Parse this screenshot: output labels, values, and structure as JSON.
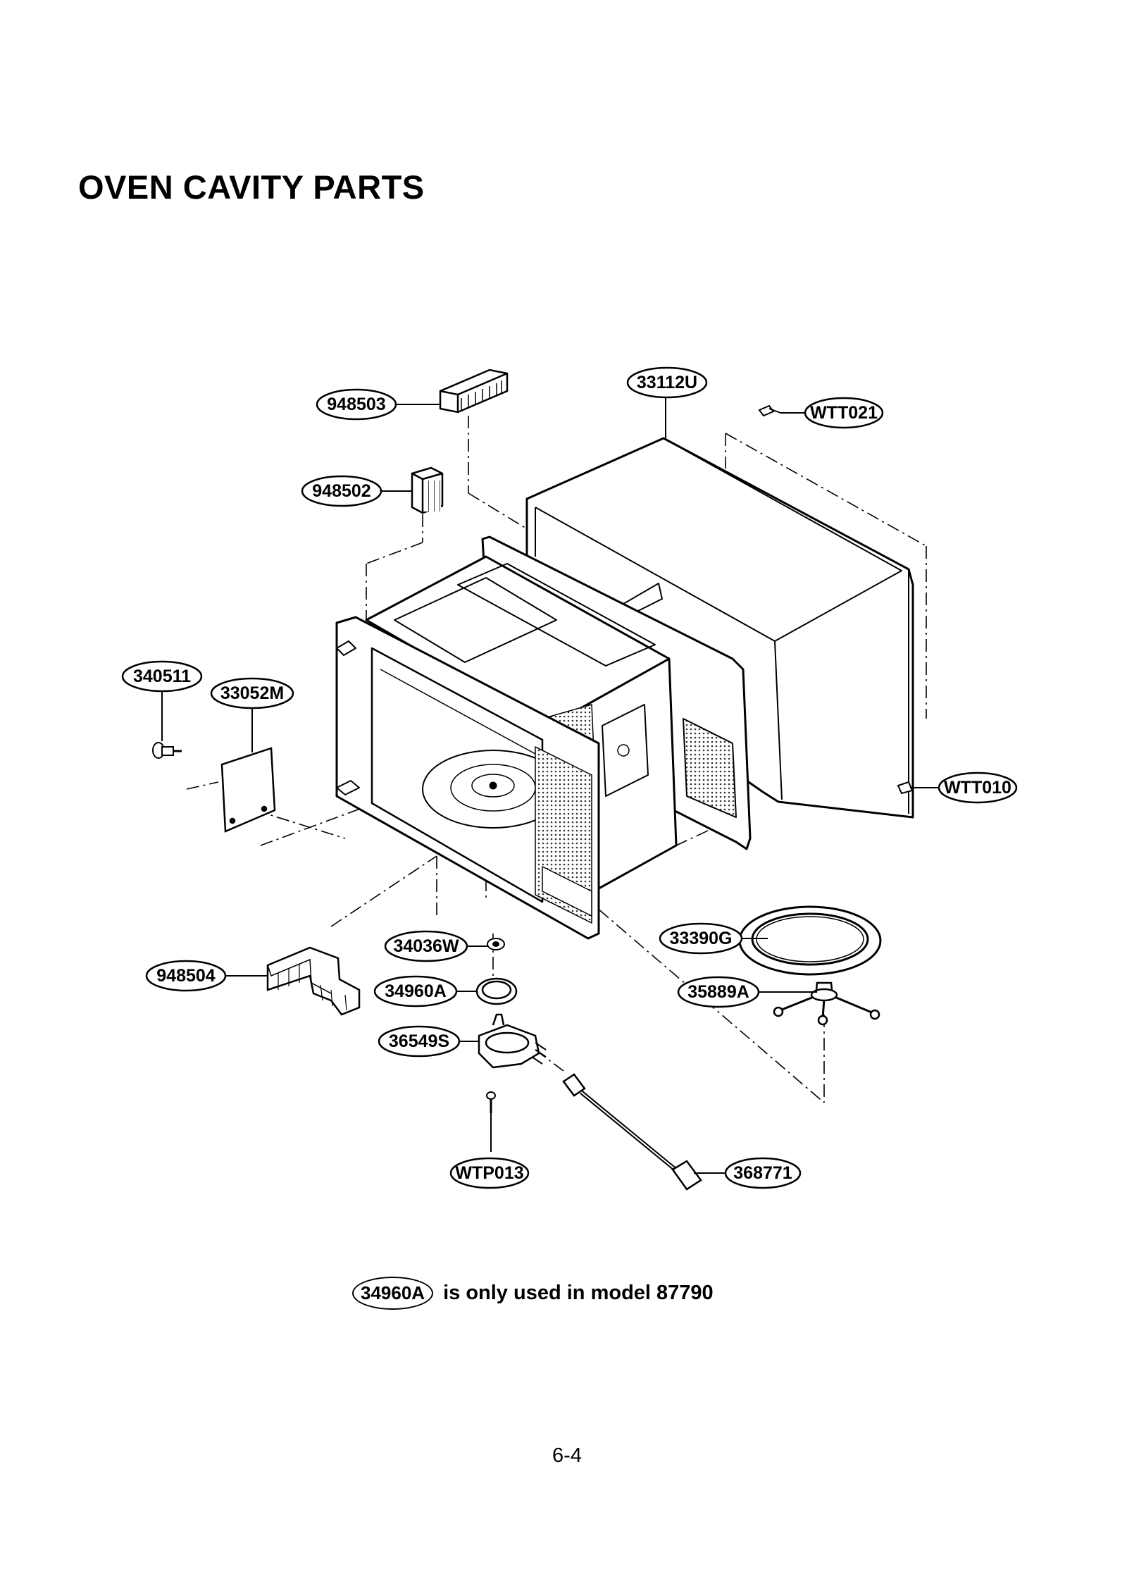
{
  "page": {
    "title": "OVEN CAVITY PARTS",
    "page_number": "6-4"
  },
  "note": {
    "part": "34960A",
    "text": "is only used in model 87790"
  },
  "parts": [
    {
      "id": "948503"
    },
    {
      "id": "33112U"
    },
    {
      "id": "WTT021"
    },
    {
      "id": "948502"
    },
    {
      "id": "340511"
    },
    {
      "id": "33052M"
    },
    {
      "id": "WTT010"
    },
    {
      "id": "34036W"
    },
    {
      "id": "33390G"
    },
    {
      "id": "948504"
    },
    {
      "id": "34960A"
    },
    {
      "id": "35889A"
    },
    {
      "id": "36549S"
    },
    {
      "id": "WTP013"
    },
    {
      "id": "368771"
    }
  ]
}
